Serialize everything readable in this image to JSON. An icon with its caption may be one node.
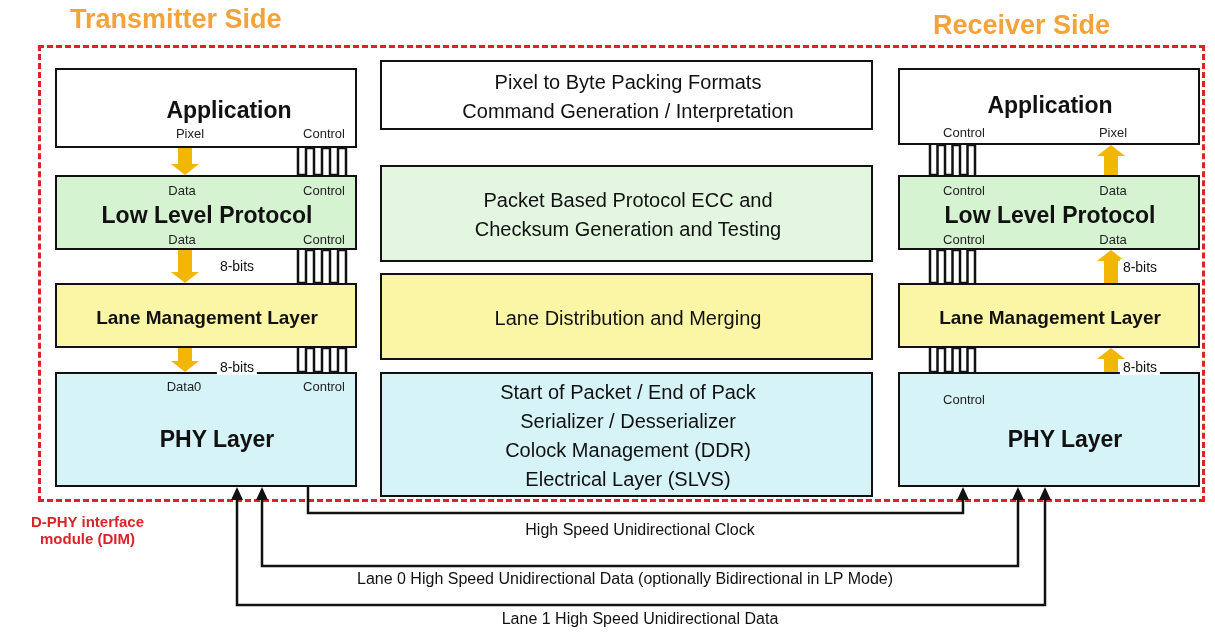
{
  "diagram": {
    "nodes": [
      {
        "text": [
          "D-PHY interface module (DIM)"
        ]
      },
      {
        "text": [
          "Application",
          "Pixel",
          "Control"
        ],
        "in": 0
      },
      {
        "text": [
          "Data",
          "Control",
          "Low Level Protocol",
          "Data",
          "Control"
        ],
        "in": 0
      },
      {
        "text": [
          "Lane Management Layer"
        ],
        "in": 0
      },
      {
        "text": [
          "Data0",
          "Control",
          "PHY Layer"
        ],
        "in": 0
      },
      {
        "text": [
          "Pixel to Byte Packing Formats Command Generation / Interpretation"
        ],
        "in": 0
      },
      {
        "text": [
          "Packet Based Protocol ECC and Checksum Generation and Testing"
        ],
        "in": 0
      },
      {
        "text": [
          "Lane Distribution and Merging"
        ],
        "in": 0
      },
      {
        "text": [
          "Start of Packet / End of Pack Serializer / Desserializer Colock Management (DDR) Electrical Layer (SLVS)"
        ],
        "in": 0
      },
      {
        "text": [
          "Application",
          "Control",
          "Pixel"
        ],
        "in": 0
      },
      {
        "text": [
          "Control",
          "Data",
          "Low Level Protocol",
          "Control",
          "Data"
        ],
        "in": 0
      },
      {
        "text": [
          "Lane Management Layer"
        ],
        "in": 0
      },
      {
        "text": [
          "Control",
          "PHY Layer"
        ],
        "in": 0
      }
    ],
    "edges": [
      {
        "from": 1,
        "to": 2,
        "arrow": "to",
        "style": "thick",
        "color": "#f2b705"
      },
      {
        "from": 1,
        "to": 2,
        "arrow": "none"
      },
      {
        "from": 2,
        "to": 3,
        "arrow": "to",
        "label": "8-bits",
        "style": "thick",
        "color": "#f2b705"
      },
      {
        "from": 2,
        "to": 3,
        "arrow": "none"
      },
      {
        "from": 3,
        "to": 4,
        "arrow": "to",
        "label": "8-bits",
        "style": "thick",
        "color": "#f2b705"
      },
      {
        "from": 3,
        "to": 4,
        "arrow": "none"
      },
      {
        "from": 10,
        "to": 9,
        "arrow": "to",
        "style": "thick",
        "color": "#f2b705"
      },
      {
        "from": 9,
        "to": 10,
        "arrow": "none"
      },
      {
        "from": 11,
        "to": 10,
        "arrow": "to",
        "label": "8-bits",
        "style": "thick",
        "color": "#f2b705"
      },
      {
        "from": 10,
        "to": 11,
        "arrow": "none"
      },
      {
        "from": 12,
        "to": 11,
        "arrow": "to",
        "label": "8-bits",
        "style": "thick",
        "color": "#f2b705"
      },
      {
        "from": 11,
        "to": 12,
        "arrow": "none"
      },
      {
        "from": 4,
        "to": 12,
        "arrow": "to",
        "label": "High Speed Unidirectional Clock"
      },
      {
        "from": 4,
        "to": 12,
        "arrow": "both",
        "label": "Lane 0 High Speed Unidirectional Data (optionally Bidirectional in LP Mode)"
      },
      {
        "from": 4,
        "to": 12,
        "arrow": "both",
        "label": "Lane 1 High Speed Unidirectional Data"
      }
    ],
    "labels": [
      "Transmitter Side",
      "Receiver Side"
    ]
  }
}
